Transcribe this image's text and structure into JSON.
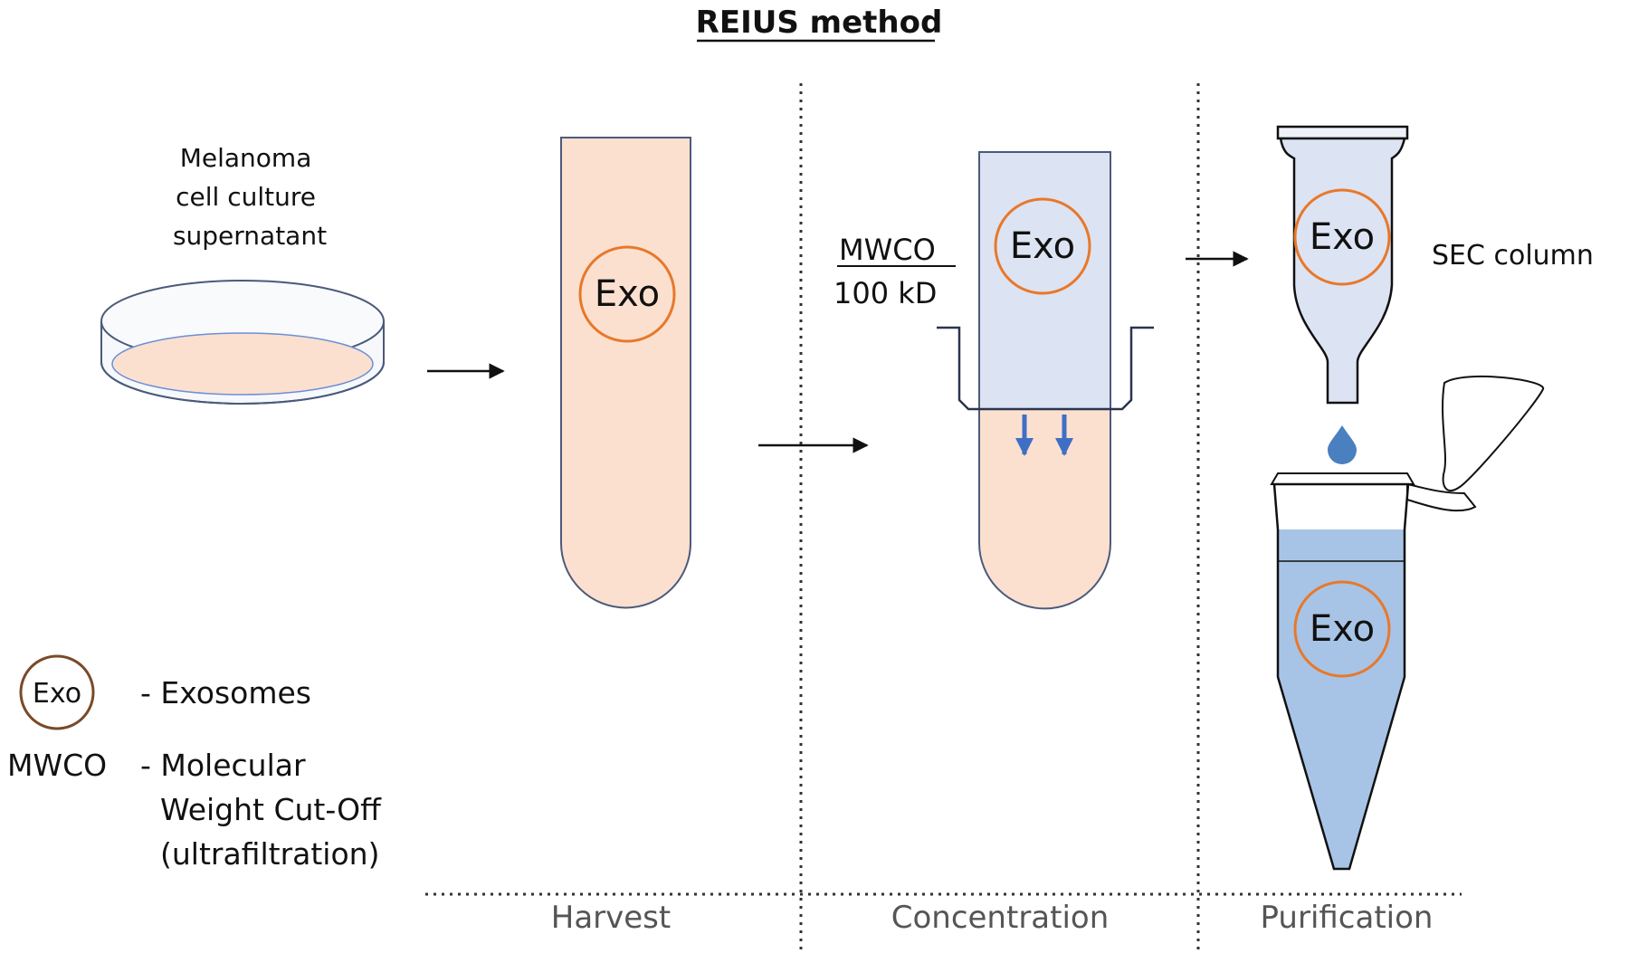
{
  "title": "REIUS method",
  "source_label": [
    "Melanoma",
    "cell culture",
    "supernatant"
  ],
  "exo_label": "Exo",
  "mwco": {
    "heading": "MWCO",
    "value": "100 kD"
  },
  "sec_label": "SEC column",
  "legend": {
    "exo_symbol": "Exo",
    "exo_description": "- Exosomes",
    "mwco_abbr": "MWCO",
    "mwco_description": [
      "- Molecular",
      "Weight Cut-Off",
      "(ultrafiltration)"
    ]
  },
  "stages": [
    "Harvest",
    "Concentration",
    "Purification"
  ],
  "colors": {
    "sample": "#fbe0d0",
    "concentrate": "#dce3f2",
    "eluate": "#a7c4e6",
    "exo_ring": "#e8782a",
    "outline": "#4b5a7a",
    "flow_arrow": "#3f6fc4"
  }
}
